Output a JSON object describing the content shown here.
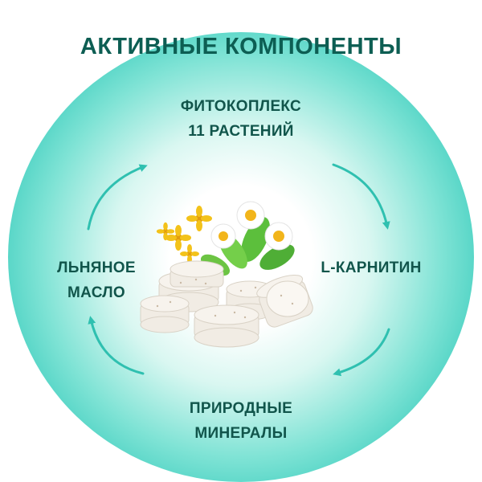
{
  "title": "АКТИВНЫЕ КОМПОНЕНТЫ",
  "components": {
    "top": [
      "ФИТОКОПЛЕКС",
      "11 РАСТЕНИЙ"
    ],
    "right": [
      "L-КАРНИТИН"
    ],
    "bottom": [
      "ПРИРОДНЫЕ",
      "МИНЕРАЛЫ"
    ],
    "left": [
      "ЛЬНЯНОЕ",
      "МАСЛО"
    ]
  },
  "colors": {
    "heading": "#0d5e53",
    "label": "#11554b",
    "arrow": "#2fc0b0",
    "glow": "#43cfc0"
  },
  "icons": [
    "cycle-arrow-icon",
    "tablets-and-herbs-illustration"
  ]
}
